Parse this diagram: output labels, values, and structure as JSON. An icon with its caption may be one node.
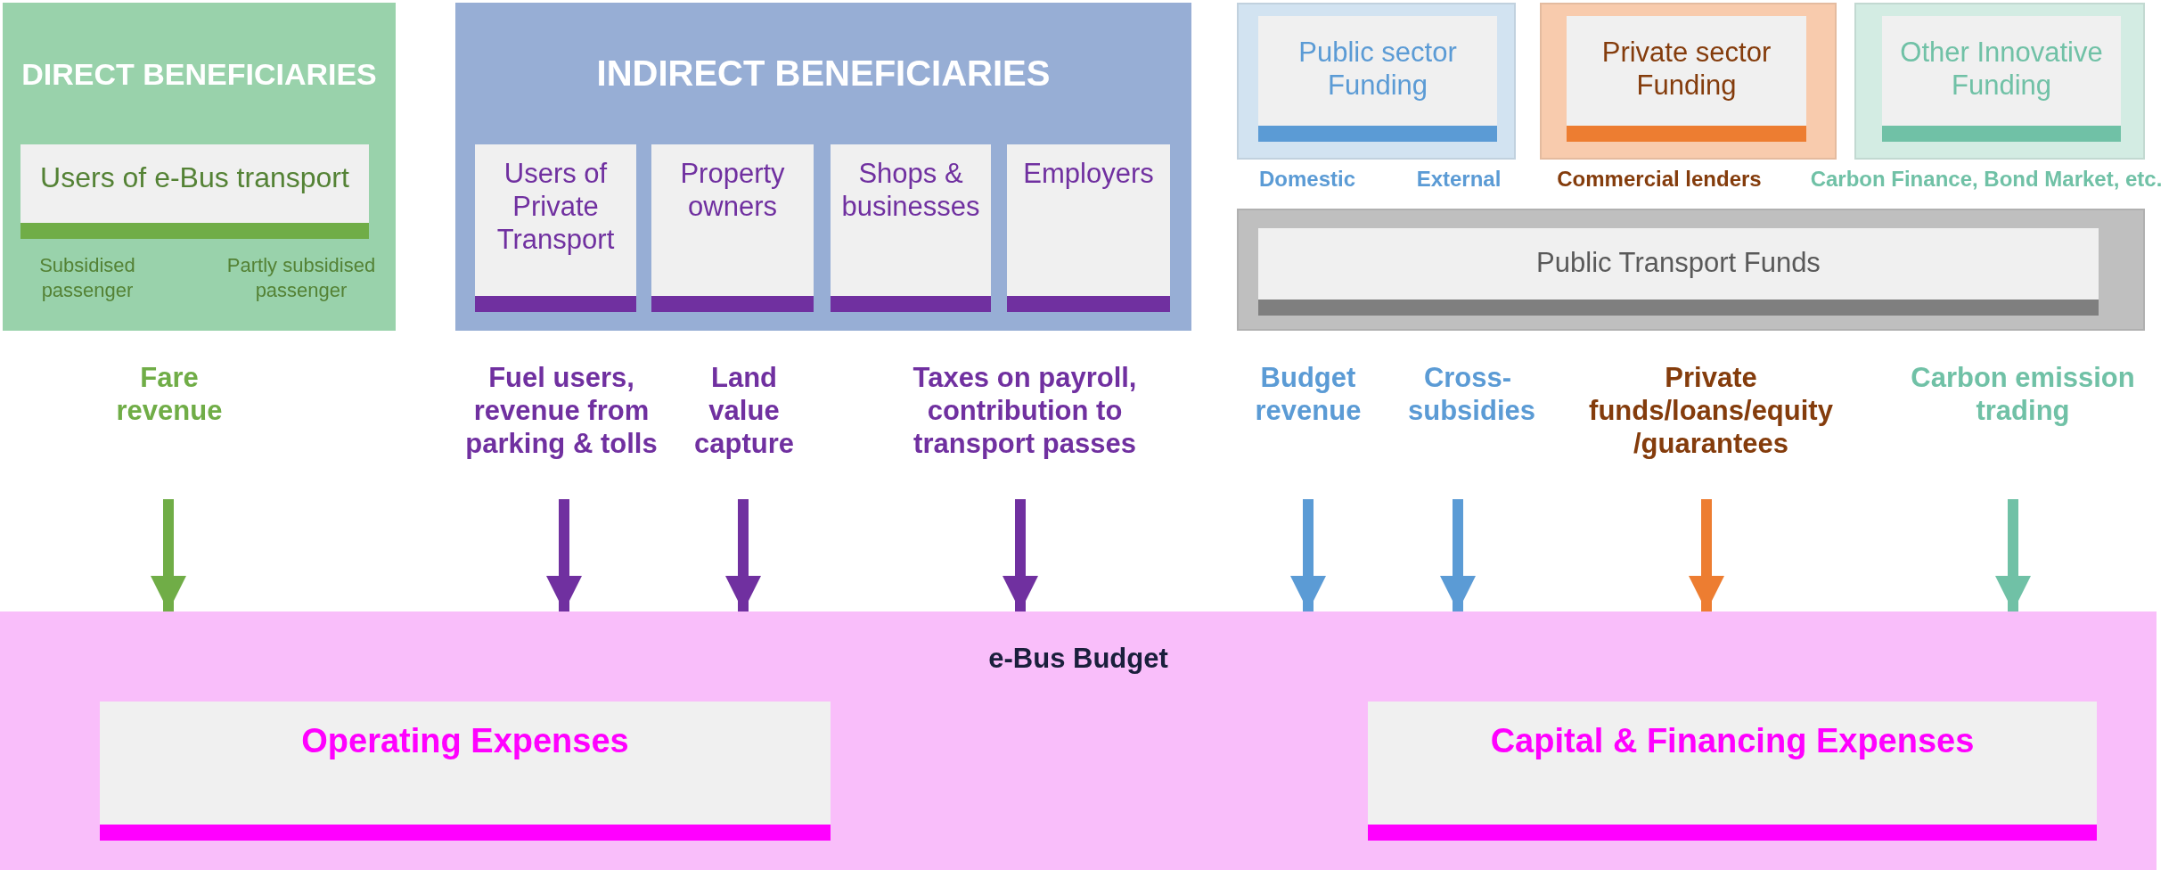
{
  "diagram": {
    "nodes": [
      {
        "text": [
          "DIRECT BENEFICIARIES"
        ]
      },
      {
        "text": [
          "Users of e-Bus transport"
        ],
        "in": 0,
        "beside": [
          "Subsidised passenger",
          "Partly subsidised passenger"
        ]
      },
      {
        "text": [
          "INDIRECT BENEFICIARIES"
        ]
      },
      {
        "text": [
          "Users of Private Transport"
        ],
        "in": 2
      },
      {
        "text": [
          "Property owners"
        ],
        "in": 2
      },
      {
        "text": [
          "Shops & businesses"
        ],
        "in": 2
      },
      {
        "text": [
          "Employers"
        ],
        "in": 2
      },
      {
        "text": [],
        "shape": "box"
      },
      {
        "text": [
          "Public sector Funding"
        ],
        "in": 7,
        "beside": [
          "Domestic",
          "External"
        ]
      },
      {
        "text": [],
        "shape": "box"
      },
      {
        "text": [
          "Private sector Funding"
        ],
        "in": 9,
        "beside": [
          "Commercial lenders"
        ]
      },
      {
        "text": [],
        "shape": "box"
      },
      {
        "text": [
          "Other Innovative Funding"
        ],
        "in": 11,
        "beside": [
          "Carbon Finance, Bond Market, etc."
        ]
      },
      {
        "text": [],
        "shape": "box"
      },
      {
        "text": [
          "Public Transport Funds"
        ],
        "in": 13
      },
      {
        "text": [
          "Fare revenue"
        ]
      },
      {
        "text": [
          "Fuel users, revenue from parking & tolls"
        ]
      },
      {
        "text": [
          "Land value capture"
        ]
      },
      {
        "text": [
          "Taxes on payroll, contribution to transport passes"
        ]
      },
      {
        "text": [
          "Budget revenue"
        ]
      },
      {
        "text": [
          "Cross-subsidies"
        ]
      },
      {
        "text": [
          "Private funds/loans/equity /guarantees"
        ]
      },
      {
        "text": [
          "Carbon emission trading"
        ]
      },
      {
        "text": [
          "e-Bus Budget"
        ]
      },
      {
        "text": [
          "Operating Expenses"
        ],
        "in": 23
      },
      {
        "text": [
          "Capital & Financing Expenses"
        ],
        "in": 23
      }
    ],
    "edges": [
      {
        "from": 15,
        "to": 23,
        "arrow": "to",
        "color": "#70ad47"
      },
      {
        "from": 16,
        "to": 23,
        "arrow": "to",
        "color": "#7030a0"
      },
      {
        "from": 17,
        "to": 23,
        "arrow": "to",
        "color": "#7030a0"
      },
      {
        "from": 18,
        "to": 23,
        "arrow": "to",
        "color": "#7030a0"
      },
      {
        "from": 19,
        "to": 23,
        "arrow": "to",
        "color": "#5b9bd5"
      },
      {
        "from": 20,
        "to": 23,
        "arrow": "to",
        "color": "#5b9bd5"
      },
      {
        "from": 21,
        "to": 23,
        "arrow": "to",
        "color": "#ed7d31"
      },
      {
        "from": 22,
        "to": 23,
        "arrow": "to",
        "color": "#70c1a6"
      }
    ]
  }
}
